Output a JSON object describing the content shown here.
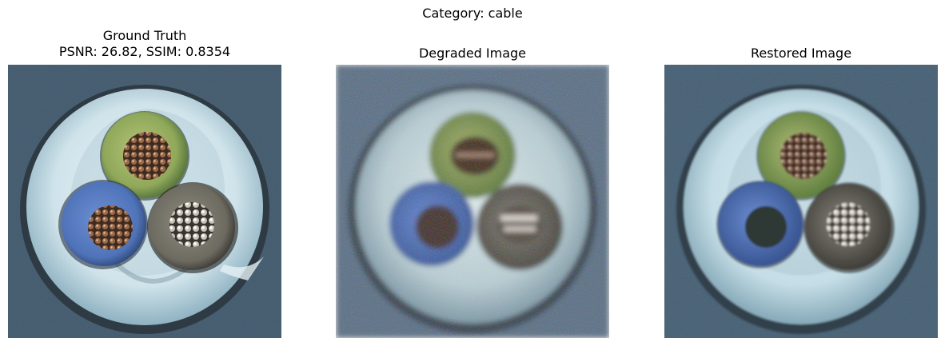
{
  "figure": {
    "suptitle": "Category: cable"
  },
  "panels": [
    {
      "title_line1": "Ground Truth",
      "title_line2": "PSNR: 26.82, SSIM: 0.8354"
    },
    {
      "title_line1": "Degraded Image"
    },
    {
      "title_line1": "Restored Image"
    }
  ],
  "image_content": {
    "subject": "cable cross-section with three insulated conductors",
    "conductor_colors": {
      "top": "#8fa85a",
      "bottom_left": "#4f73b8",
      "bottom_right": "#6d6a60"
    },
    "sheath_color": "#cfe3ea",
    "background_color": "#4d6579"
  }
}
